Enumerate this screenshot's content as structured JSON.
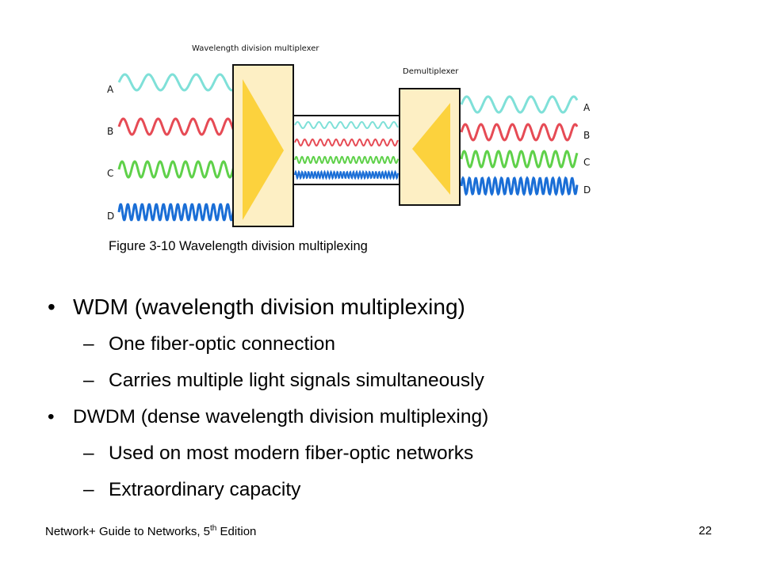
{
  "diagram": {
    "mux_label": "Wavelength division multiplexer",
    "demux_label": "Demultiplexer",
    "input_labels": [
      "A",
      "B",
      "C",
      "D"
    ],
    "output_labels": [
      "A",
      "B",
      "C",
      "D"
    ],
    "signal_colors": [
      "#7fe0d8",
      "#e64b55",
      "#5fd14a",
      "#1a6ed6"
    ],
    "box_fill": "#fdefc4",
    "triangle_fill": "#fcd23d"
  },
  "caption": "Figure 3-10 Wavelength division multiplexing",
  "bullets": [
    {
      "text": "WDM (wavelength division multiplexing)",
      "sub": [
        "One fiber-optic connection",
        "Carries multiple light signals simultaneously"
      ]
    },
    {
      "text": "DWDM (dense wavelength division multiplexing)",
      "sub": [
        "Used on most modern fiber-optic networks",
        "Extraordinary capacity"
      ]
    }
  ],
  "footer": {
    "title_main": "Network+ Guide to Networks, 5",
    "title_sup": "th",
    "title_tail": " Edition",
    "page_number": "22"
  }
}
